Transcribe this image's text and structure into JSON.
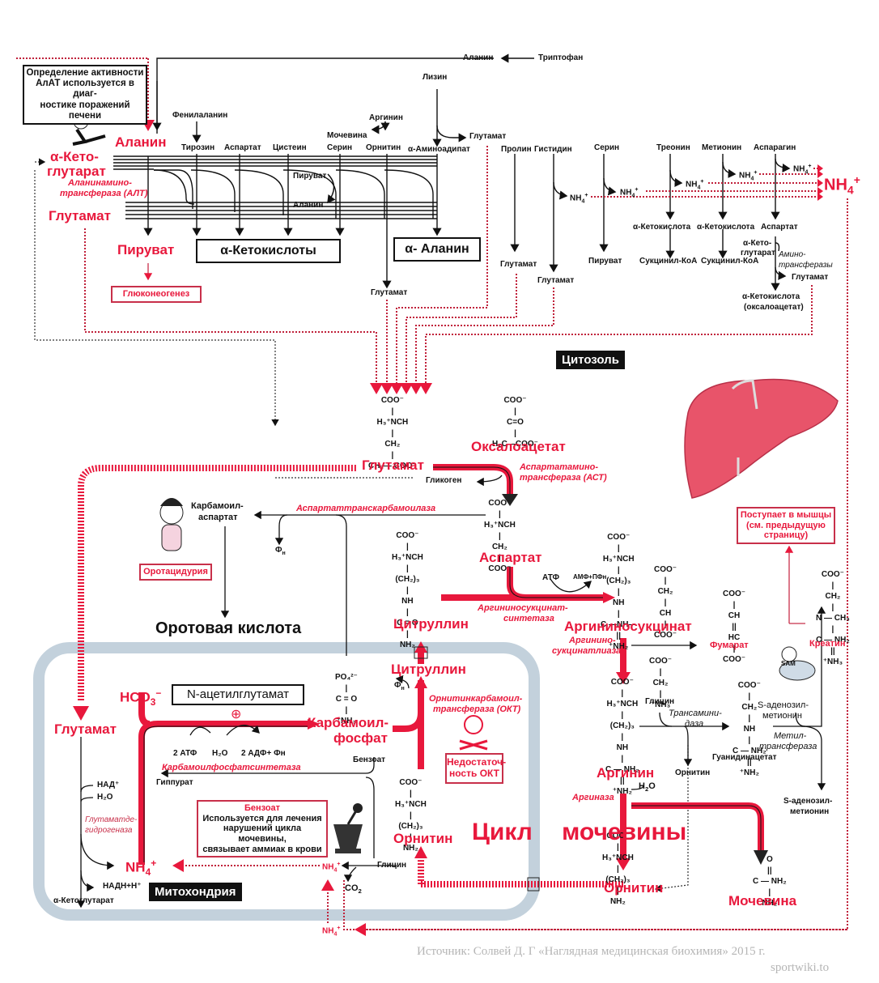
{
  "diagram": {
    "title_region_labels": {
      "cytosol": "Цитозоль",
      "mitochondria": "Митохондрия",
      "urea_cycle": "Цикл мочевины"
    },
    "note_alt": "Определение активности АлАТ используется в диагностике поражений печени",
    "note_alt_lines": [
      "Определение активности",
      "АлАТ используется в диаг-",
      "ностике поражений печени"
    ],
    "top": {
      "alanine_main": "Аланин",
      "alpha_ketoglutarate_1": "α-Кето-",
      "alpha_ketoglutarate_2": "глутарат",
      "alt_enzyme_1": "Аланинамино-",
      "alt_enzyme_2": "трансфераза (АЛТ)",
      "glutamate_main": "Глутамат",
      "pyruvate": "Пируват",
      "gluconeogenesis": "Глюконеогенез",
      "keto_acids": "α-Кетокислоты",
      "alpha_alanine": "α- Аланин",
      "phenylalanine": "Фенилаланин",
      "tyrosine": "Тирозин",
      "aspartate": "Аспартат",
      "cysteine": "Цистеин",
      "pyruvate_small": "Пируват",
      "alanine_small": "Аланин",
      "arginine": "Аргинин",
      "urea_small": "Мочевина",
      "serine": "Серин",
      "ornithine": "Орнитин",
      "aminoadipate": "α-Аминоадипат",
      "lysine": "Лизин",
      "glutamate_lys": "Глутамат",
      "alanine_trp": "Аланин",
      "tryptophan": "Триптофан",
      "glutamate_orn": "Глутамат",
      "proline": "Пролин",
      "histidine": "Гистидин",
      "glutamate_pro": "Глутамат",
      "glutamate_his": "Глутамат",
      "serine2": "Серин",
      "pyruvate_ser": "Пируват",
      "threonine": "Треонин",
      "methionine": "Метионин",
      "asparagine": "Аспарагин",
      "keto_thr": "α-Кетокислота",
      "keto_met": "α-Кетокислота",
      "succinyl_1": "Сукцинил-КоА",
      "succinyl_2": "Сукцинил-КоА",
      "aspartate_asn": "Аспартат",
      "akg_small_1": "α-Кето-",
      "akg_small_2": "глутарат",
      "aminotransferases_1": "Амино-",
      "aminotransferases_2": "трансферазы",
      "glutamate_asn": "Глутамат",
      "keto_oaa_1": "α-Кетокислота",
      "keto_oaa_2": "(оксалоацетат)",
      "nh4": "NH4+",
      "nh4_big": "NH4+"
    },
    "middle": {
      "glutamate_struct": "COO⁻\n|\nH₃⁺NCH\n|\nCH₂\n|\nCH₂— COO⁻",
      "oaa_struct": "COO⁻\n|\nC=O\n|\nH₂C—COO⁻",
      "oxaloacetate": "Оксалоацетат",
      "glutamate": "Глутамат",
      "glycogen": "Гликоген",
      "ast_1": "Аспартатамино-",
      "ast_2": "трансфераза (АСТ)",
      "aspartate_struct": "COO⁻\n|\nH₃⁺NCH\n|\nCH₂\n|\nCOO⁻",
      "aspartate": "Аспартат",
      "asp_transcarbamoylase": "Аспартаттранскарбамоилаза",
      "carbamoyl_aspartate_1": "Карбамоил-",
      "carbamoyl_aspartate_2": "аспартат",
      "pi": "Фн",
      "orotaciduria": "Оротацидурия",
      "orotic_acid": "Оротовая кислота",
      "citrulline_struct": "COO⁻\n|\nH₃⁺NCH\n|\n(CH₂)₃\n|\nNH\n|\nC = O\n|\nNH₂",
      "citrulline": "Цитруллин",
      "atp": "АТФ",
      "amp_ppi": "АМФ+ПФн",
      "as_synthetase_1": "Аргининосукцинат-",
      "as_synthetase_2": "синтетаза",
      "argsucc_struct_left": "COO⁻\n|\nH₃⁺NCH\n|\n(CH₂)₃\n|\nNH\n|\nC —NH—\n||\n⁺NH₂",
      "argsucc_struct_right": "COO⁻\n|\nCH₂\n|\nCH\n|\nCOO⁻",
      "argininosuccinate": "Аргининосукцинат",
      "as_lyase_1": "Аргинино-",
      "as_lyase_2": "сукцинатлиаза",
      "fumarate_struct": "COO⁻\n|\nCH\n||\nHC\n|\nCOO⁻",
      "fumarate": "Фумарат",
      "muscle_note": [
        "Поступает в мышцы",
        "(см. предыдущую",
        "страницу)"
      ],
      "creatine_struct": "COO⁻\n|\nCH₂\n|\nN — CH₃\n|\nC — NH₂\n||\n⁺NH₃",
      "creatine": "Креатин"
    },
    "mito": {
      "glutamate": "Глутамат",
      "hco3": "HCO₃⁻",
      "nag": "N-ацетилглутамат",
      "plus": "⊕",
      "atp2": "2 АТФ",
      "h2o": "H₂O",
      "adp2": "2 АДФ+ Фн",
      "cps": "Карбамоилфосфатсинтетаза",
      "cp_struct": "PO₄²⁻\n|\nC = O\n|\n⁺NH₃",
      "carbamoyl_phosphate_1": "Карбамоил-",
      "carbamoyl_phosphate_2": "фосфат",
      "pi": "Фн",
      "citrulline": "Цитруллин",
      "otc_1": "Орнитинкарбамоил-",
      "otc_2": "трансфераза (ОКТ)",
      "otc_def_1": "Недостаточ-",
      "otc_def_2": "ность ОКТ",
      "benzoate": "Бензоат",
      "hippurate": "Гиппурат",
      "benzoate_box_title": "Бензоат",
      "benzoate_box_lines": [
        "Используется для лечения",
        "нарушений цикла мочевины,",
        "связывает аммиак в крови"
      ],
      "nad": "НАД⁺",
      "h2o_2": "H₂O",
      "gdh_1": "Глутаматде-",
      "gdh_2": "гидрогеназа",
      "nh4_big": "NH₄⁺",
      "nadh": "НАДН+H⁺",
      "akg": "α-Кетоглутарат",
      "nh4_small": "NH₄⁺",
      "glycine": "Глицин",
      "co2": "CO₂",
      "nh4_out": "NH₄⁺",
      "ornithine_struct": "COO⁻\n|\nH₃⁺NCH\n|\n(CH₂)₃\n|\nNH₂",
      "ornithine": "Орнитин"
    },
    "right_lower": {
      "arg_struct": "COO⁻\n|\nH₃⁺NCH\n|\n(CH₂)₃\n|\nNH\n|\nC — NH₂\n||\n⁺NH₂",
      "glycine_struct": "COO⁻\n|\nCH₂\n|\n⁺NH₃",
      "glycine": "Глицин",
      "transamidinase_1": "Трансамини-",
      "transamidinase_2": "даза",
      "guanidinoacetate_struct": "COO⁻\n|\nCH₂\n|\nNH\n|\nC — NH₂\n||\n⁺NH₂",
      "guanidinoacetate": "Гуанидинацетат",
      "sam_1": "S-аденозил-",
      "sam_2": "метионин",
      "methyltransferase_1": "Метил-",
      "methyltransferase_2": "трансфераза",
      "sah_1": "S-аденозил-",
      "sah_2": "метионин",
      "ornithine_small": "Орнитин",
      "arginine": "Аргинин",
      "h2o": "H₂O",
      "arginase": "Аргиназа",
      "orn_struct": "COO⁻\n|\nH₃⁺NCH\n|\n(CH₂)₃\n|\nNH₂",
      "ornithine": "Орнитин",
      "urea_struct": "O\n||\nC — NH₂\n|\nNH₂",
      "urea": "Мочевина",
      "sam_badge": "SAM"
    },
    "source": {
      "line1": "Источник: Солвей Д. Г «Наглядная медицинская биохимия» 2015 г.",
      "line2": "sportwiki.to"
    },
    "colors": {
      "accent_red": "#e8183c",
      "dotted_red": "#c0203a",
      "membrane": "#b8c8d4",
      "liver": "#e8546a"
    }
  }
}
